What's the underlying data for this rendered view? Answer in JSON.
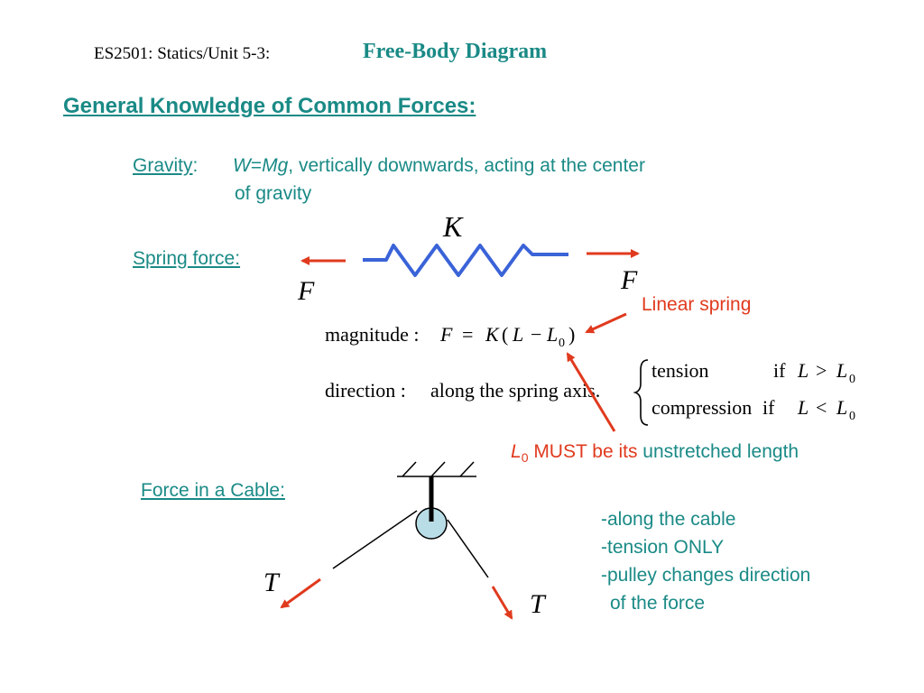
{
  "header": {
    "course": "ES2501: Statics/Unit 5-3:",
    "topic": "Free-Body Diagram"
  },
  "section_title": "General Knowledge of Common Forces:",
  "gravity": {
    "label": "Gravity",
    "colon": ":",
    "line1_w": "W",
    "line1_eq": "=",
    "line1_mg": "Mg",
    "line1_rest": ", vertically downwards, acting at the center",
    "line2": "of gravity"
  },
  "spring": {
    "label": "Spring force:",
    "k_label": "K",
    "f_left": "F",
    "f_right": "F",
    "linear_note": "Linear spring",
    "magnitude_label": "magnitude :",
    "magnitude_eq_F": "F",
    "magnitude_eq_equals": "=",
    "magnitude_eq_K": "K",
    "magnitude_eq_open": "(",
    "magnitude_eq_L": "L",
    "magnitude_eq_minus": "−",
    "magnitude_eq_L0": "L",
    "magnitude_eq_sub": "0",
    "magnitude_eq_close": ")",
    "direction_label": "direction :",
    "direction_text": "along the spring axis.",
    "case1_word": "tension",
    "case1_if": "if",
    "case1_lhs": "L",
    "case1_op": ">",
    "case1_rhs": "L",
    "case1_sub": "0",
    "case2_word": "compression",
    "case2_if": "if",
    "case2_lhs": "L",
    "case2_op": "<",
    "case2_rhs": "L",
    "case2_sub": "0",
    "unstretched_L": "L",
    "unstretched_sub": "0",
    "unstretched_must": " MUST be its ",
    "unstretched_rest": "unstretched length"
  },
  "cable": {
    "label": "Force in a Cable:",
    "t_left": "T",
    "t_right": "T",
    "notes": [
      "-along the cable",
      "-tension ONLY",
      "-pulley changes direction",
      "of the force"
    ]
  },
  "colors": {
    "teal": "#1a8a86",
    "red": "#e03a1e",
    "spring_blue": "#3a63d8",
    "pulley_fill": "#b9dde6"
  }
}
